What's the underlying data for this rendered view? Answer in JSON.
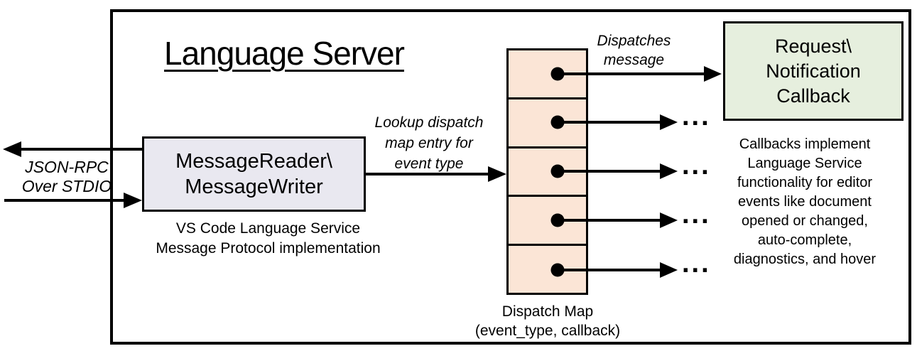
{
  "colors": {
    "line_color": "#000000",
    "message_box_fill": "#e9e8f0",
    "dispatch_map_fill": "#fbe5d6",
    "callback_box_fill": "#e6efde"
  },
  "diagram": {
    "title": "Language Server",
    "io_label_line1": "JSON-RPC",
    "io_label_line2": "Over STDIO",
    "message_box_line1": "MessageReader\\",
    "message_box_line2": "MessageWriter",
    "message_caption_line1": "VS Code Language Service",
    "message_caption_line2": "Message Protocol implementation",
    "lookup_line1": "Lookup dispatch",
    "lookup_line2": "map entry for",
    "lookup_line3": "event type",
    "dispatches_line1": "Dispatches",
    "dispatches_line2": "message",
    "callback_box_line1": "Request\\",
    "callback_box_line2": "Notification",
    "callback_box_line3": "Callback",
    "map_caption_line1": "Dispatch Map",
    "map_caption_line2": "(event_type, callback)",
    "note_lines": [
      "Callbacks implement",
      "Language Service",
      "functionality for editor",
      "events like document",
      "opened or changed,",
      "auto-complete,",
      "diagnostics, and hover"
    ],
    "ellipsis": "..."
  }
}
